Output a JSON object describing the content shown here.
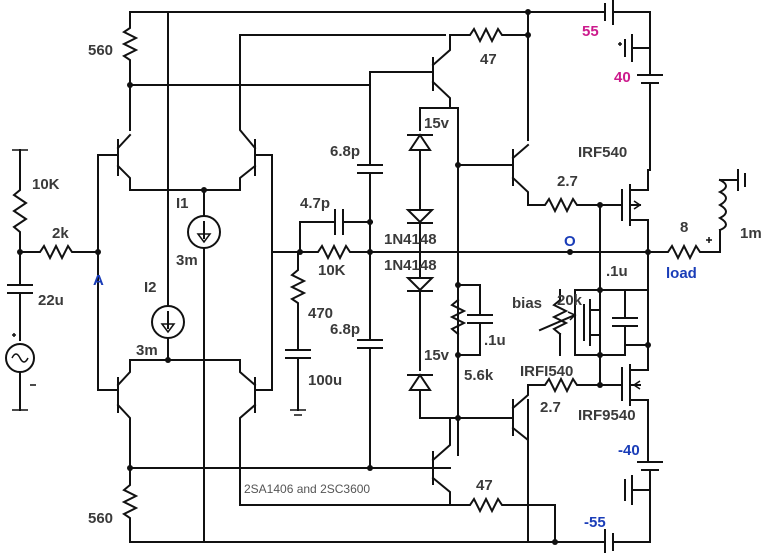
{
  "labels": {
    "r560_top": "560",
    "r560_bot": "560",
    "r10k_in": "10K",
    "r2k": "2k",
    "c22u": "22u",
    "node_a": "A",
    "i1": "I1",
    "i1_val": "3m",
    "i2": "I2",
    "i2_val": "3m",
    "c6p8_top": "6.8p",
    "c6p8_bot": "6.8p",
    "c4p7": "4.7p",
    "r10k_fb": "10K",
    "r470": "470",
    "c100u": "100u",
    "z15v_top": "15v",
    "z15v_bot": "15v",
    "d1": "1N4148",
    "d2": "1N4148",
    "r47_top": "47",
    "r47_bot": "47",
    "r2p7_top": "2.7",
    "r2p7_bot": "2.7",
    "irf540_top": "IRF540",
    "irf540_bot": "IRFI540",
    "irf9540": "IRF9540",
    "r8": "8",
    "load": "load",
    "l1m": "1m",
    "node_o": "O",
    "c1u_a": ".1u",
    "c1u_b": ".1u",
    "bias": "bias",
    "pot20k": "20k",
    "r5k6": "5.6k",
    "v55": "55",
    "v40": "40",
    "vm40": "-40",
    "vm55": "-55",
    "transistors": "2SA1406 and 2SC3600"
  },
  "colors": {
    "supply_pos": "#cc1a8c",
    "supply_neg": "#1a3db8",
    "node": "#1a3db8",
    "wire": "#111111"
  }
}
